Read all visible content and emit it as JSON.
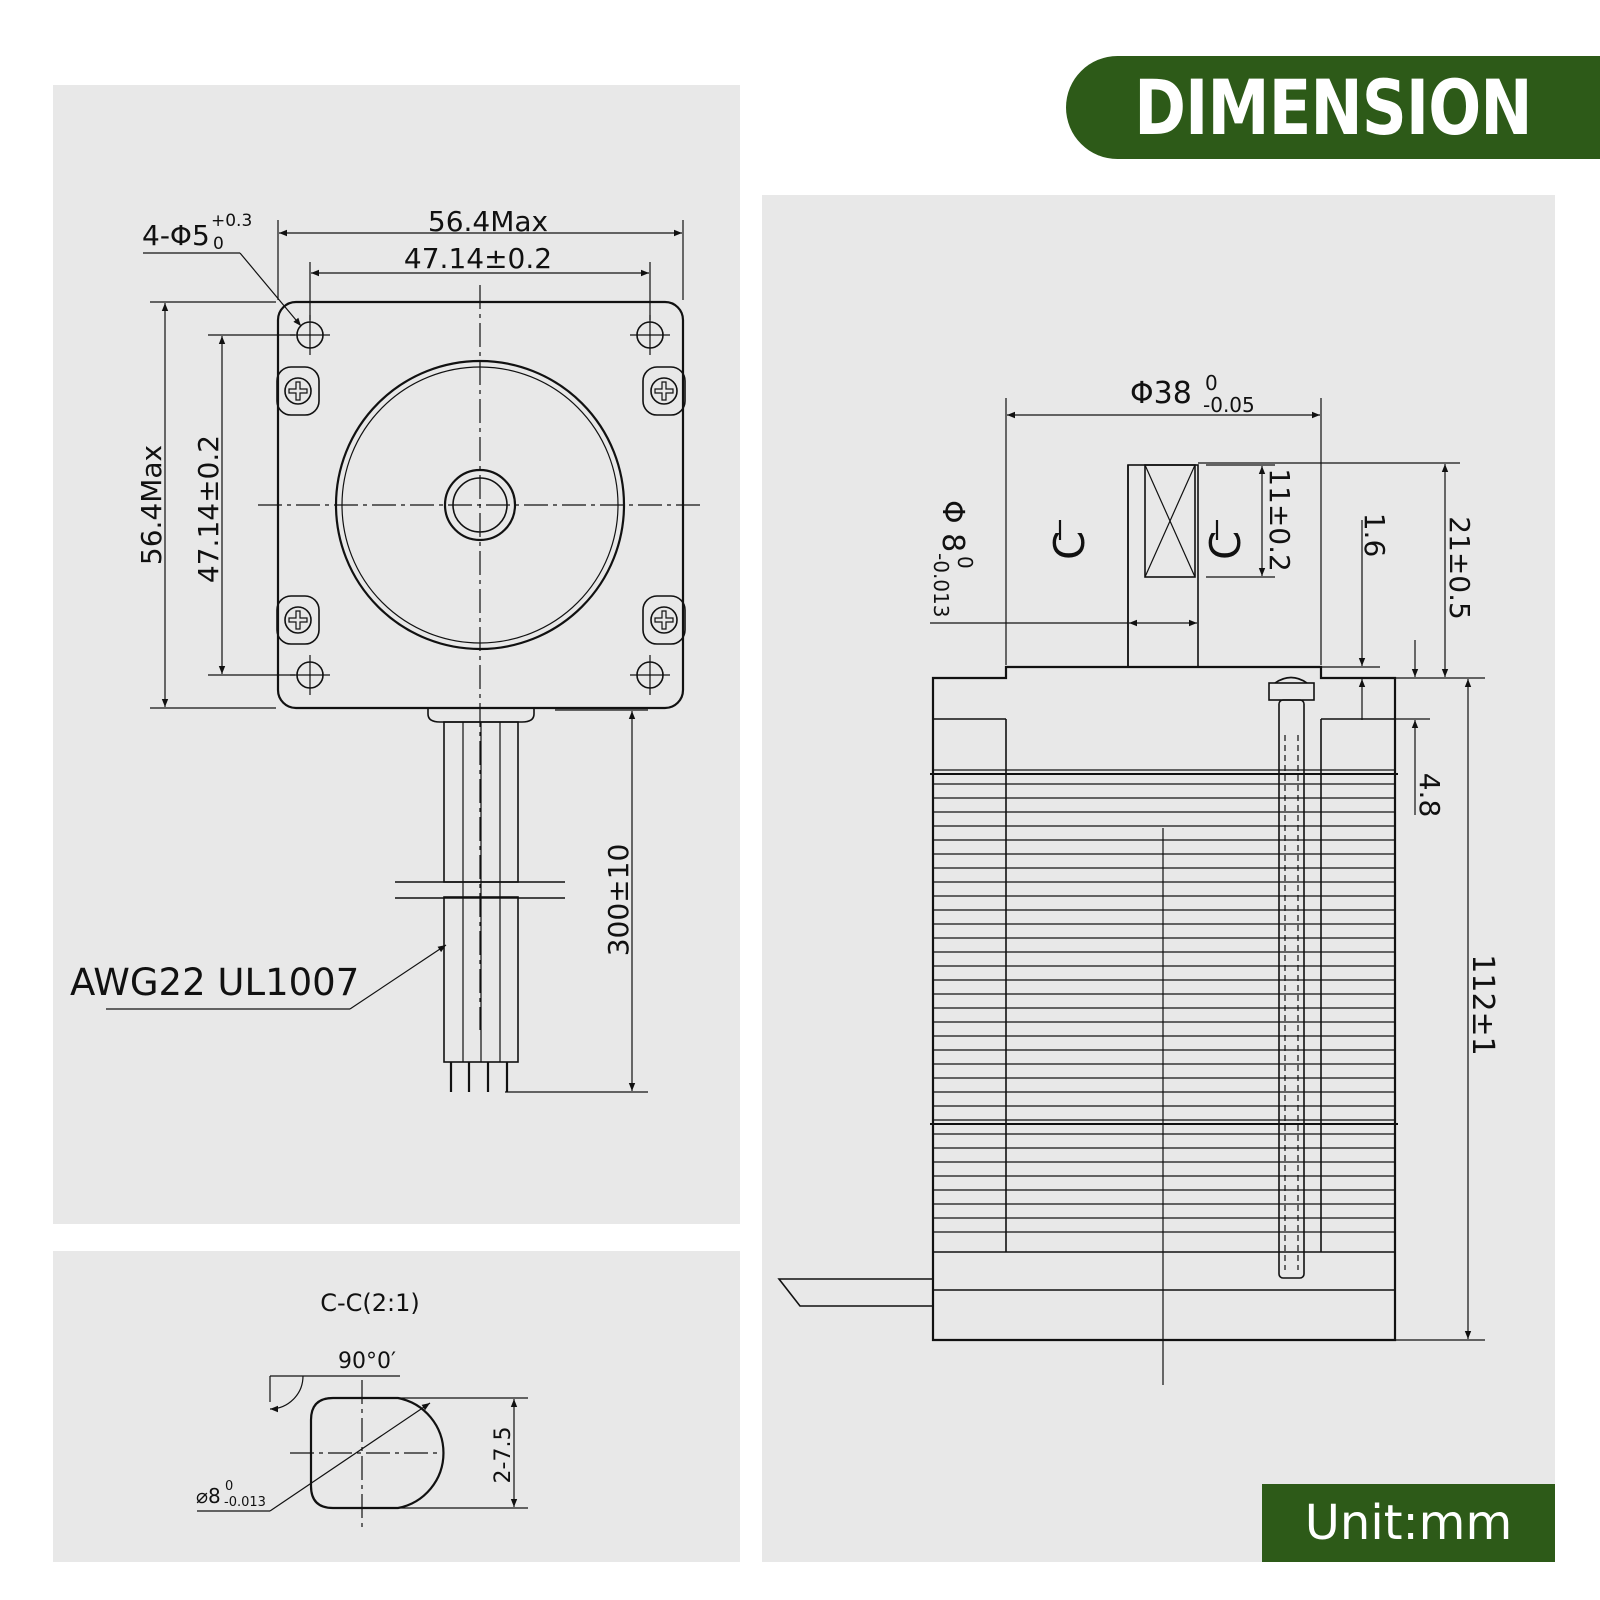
{
  "header": {
    "title": "DIMENSION"
  },
  "footer": {
    "unit": "Unit:mm"
  },
  "front_view": {
    "hole_label": "4-Φ5",
    "hole_tol_upper": "+0.3",
    "hole_tol_lower": "0",
    "width_max": "56.4Max",
    "hole_pitch_h": "47.14±0.2",
    "height_max": "56.4Max",
    "hole_pitch_v": "47.14±0.2",
    "lead_length": "300±10",
    "wire_spec": "AWG22 UL1007"
  },
  "section_view": {
    "title": "C-C(2:1)",
    "angle": "90°0′",
    "shaft_dia": "⌀8",
    "shaft_tol_upper": "0",
    "shaft_tol_lower": "-0.013",
    "flat_depth": "2-7.5"
  },
  "side_view": {
    "boss_dia": "Φ38",
    "boss_tol_upper": "0",
    "boss_tol_lower": "-0.05",
    "shaft_dia": "Φ 8",
    "shaft_tol_upper": "0",
    "shaft_tol_lower": "-0.013",
    "section_mark_1": "C",
    "section_mark_2": "C",
    "flat_length": "11±0.2",
    "boss_height": "1.6",
    "shaft_length": "21±0.5",
    "flange_thickness": "4.8",
    "body_length": "112±1"
  }
}
